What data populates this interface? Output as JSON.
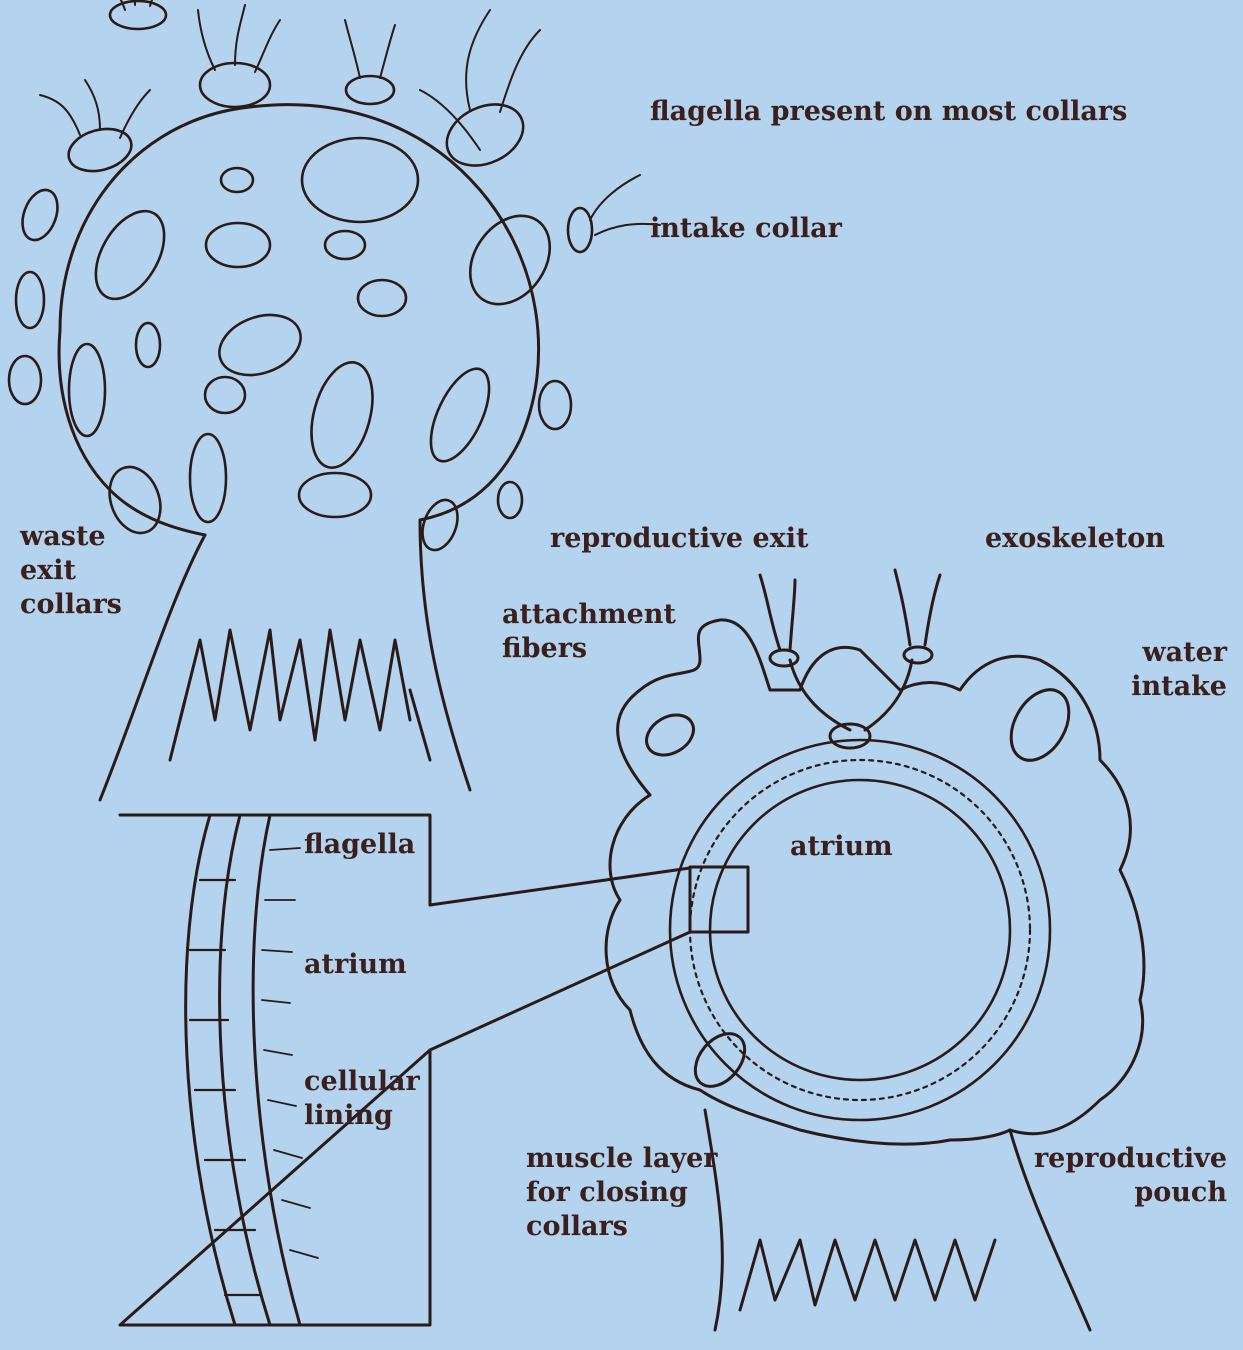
{
  "labels": {
    "flagella_present": "flagella present on most collars",
    "intake_collar": "intake collar",
    "waste_exit": "waste\nexit\ncollars",
    "reproductive_exit": "reproductive exit",
    "exoskeleton": "exoskeleton",
    "attachment_fibers": "attachment\nfibers",
    "water_intake": "water\nintake",
    "atrium_section": "atrium",
    "inset_flagella": "flagella",
    "inset_atrium": "atrium",
    "inset_cellular_lining": "cellular\nlining",
    "muscle_layer": "muscle layer\nfor closing\ncollars",
    "reproductive_pouch": "reproductive\npouch"
  },
  "colors": {
    "background": "#b3d3ee",
    "ink": "#2a1a18",
    "text": "#3a1f1c"
  }
}
